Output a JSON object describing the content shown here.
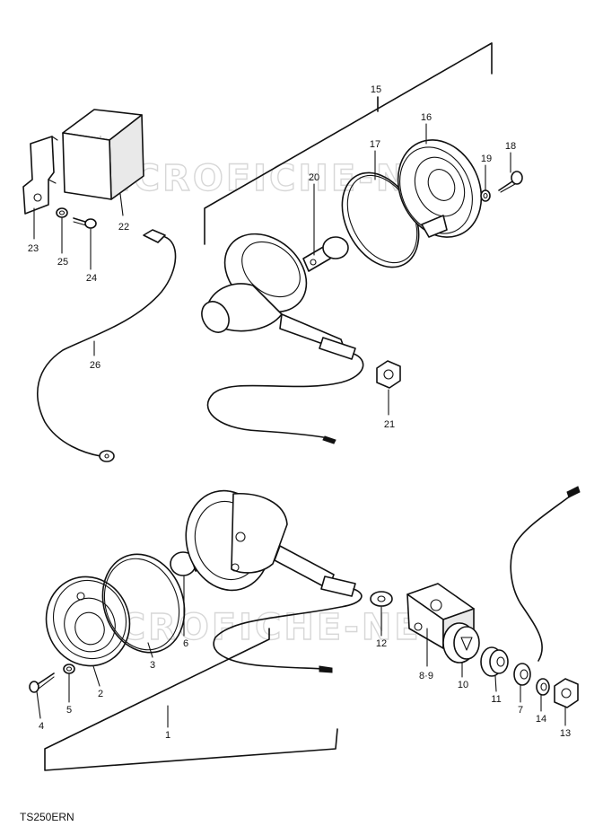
{
  "diagram_code": "TS250ERN",
  "watermark": "MICROFICHE-NET",
  "parts": {
    "p1": "1",
    "p2": "2",
    "p3": "3",
    "p4": "4",
    "p5": "5",
    "p6": "6",
    "p7": "7",
    "p8_9": "8·9",
    "p10": "10",
    "p11": "11",
    "p12": "12",
    "p13": "13",
    "p14": "14",
    "p15": "15",
    "p16": "16",
    "p17": "17",
    "p18": "18",
    "p19": "19",
    "p20": "20",
    "p21": "21",
    "p22": "22",
    "p23": "23",
    "p24": "24",
    "p25": "25",
    "p26": "26"
  }
}
